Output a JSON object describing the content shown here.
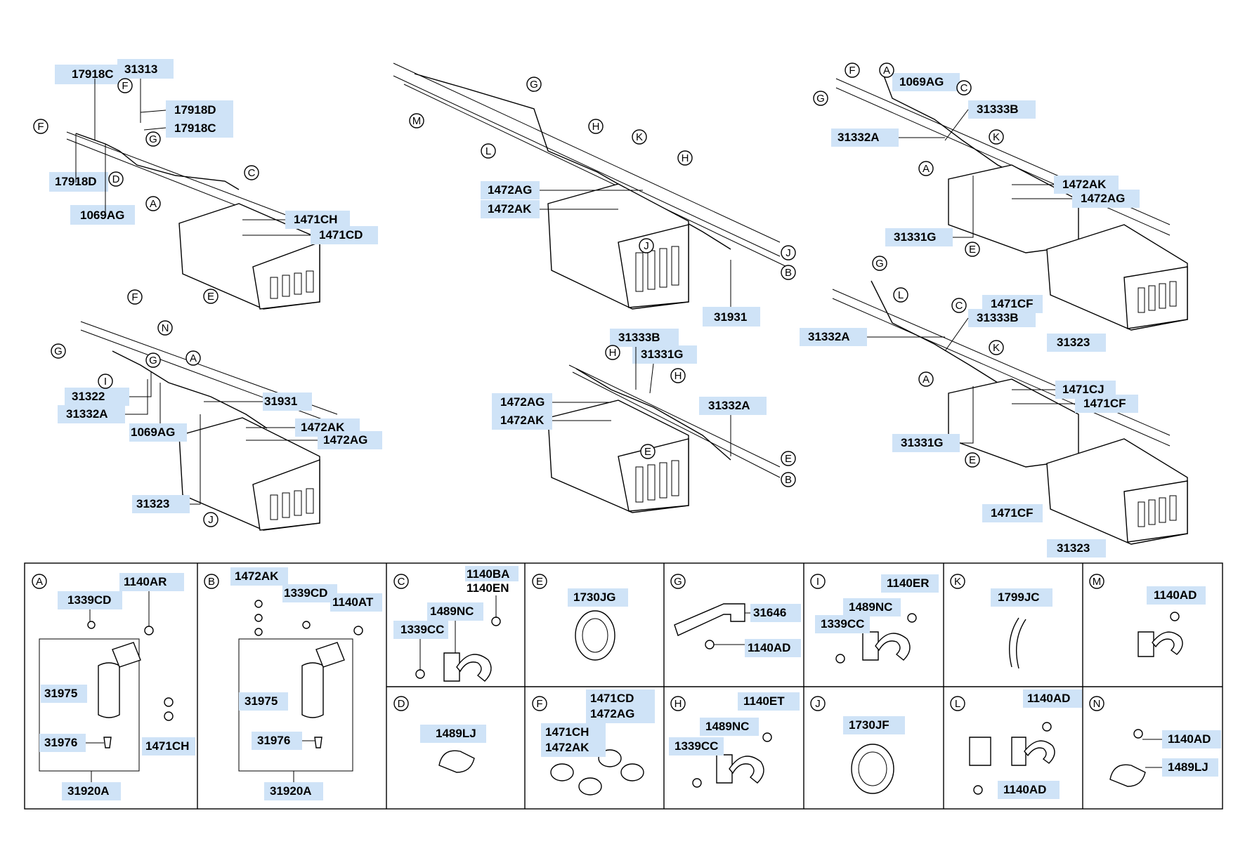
{
  "upper_groups": {
    "group1": {
      "parts": [
        "17918C",
        "31313",
        "17918D",
        "17918C",
        "17918D",
        "1069AG",
        "1471CH",
        "1471CD"
      ],
      "letters": [
        "F",
        "F",
        "G",
        "D",
        "C",
        "A",
        "E"
      ]
    },
    "group2": {
      "parts": [
        "1472AG",
        "1472AK",
        "31931"
      ],
      "letters": [
        "G",
        "M",
        "L",
        "H",
        "K",
        "H",
        "J",
        "J",
        "B"
      ]
    },
    "group3": {
      "parts": [
        "1069AG",
        "31333B",
        "31332A",
        "1472AK",
        "1472AG",
        "31331G",
        "1471CF",
        "31323"
      ],
      "letters": [
        "F",
        "A",
        "G",
        "C",
        "K",
        "A",
        "E"
      ]
    },
    "group4": {
      "parts": [
        "31322",
        "31332A",
        "1069AG",
        "31931",
        "1472AK",
        "1472AG",
        "31323"
      ],
      "letters": [
        "F",
        "G",
        "N",
        "A",
        "I",
        "G",
        "J"
      ]
    },
    "group5": {
      "parts": [
        "31333B",
        "31331G",
        "1472AG",
        "1472AK",
        "31332A"
      ],
      "letters": [
        "H",
        "H",
        "E",
        "E",
        "B"
      ]
    },
    "group6": {
      "parts": [
        "31333B",
        "31332A",
        "1471CJ",
        "1471CF",
        "31331G",
        "1471CF",
        "31323"
      ],
      "letters": [
        "G",
        "L",
        "C",
        "K",
        "A",
        "E"
      ]
    }
  },
  "detail_cells": [
    {
      "letter": "A",
      "parts": [
        "1140AR",
        "1339CD",
        "31975",
        "31976",
        "1471CH",
        "31920A"
      ]
    },
    {
      "letter": "B",
      "parts": [
        "1472AK",
        "1339CD",
        "1140AT",
        "31975",
        "31976",
        "31920A"
      ]
    },
    {
      "letter": "C",
      "parts": [
        "1140BA",
        "1140EN",
        "1489NC",
        "1339CC"
      ]
    },
    {
      "letter": "E",
      "parts": [
        "1730JG"
      ]
    },
    {
      "letter": "G",
      "parts": [
        "31646",
        "1140AD"
      ]
    },
    {
      "letter": "I",
      "parts": [
        "1140ER",
        "1489NC",
        "1339CC"
      ]
    },
    {
      "letter": "K",
      "parts": [
        "1799JC"
      ]
    },
    {
      "letter": "M",
      "parts": [
        "1140AD"
      ]
    },
    {
      "letter": "D",
      "parts": [
        "1489LJ"
      ]
    },
    {
      "letter": "F",
      "parts": [
        "1471CD",
        "1472AG",
        "1471CH",
        "1472AK"
      ]
    },
    {
      "letter": "H",
      "parts": [
        "1140ET",
        "1489NC",
        "1339CC"
      ]
    },
    {
      "letter": "J",
      "parts": [
        "1730JF"
      ]
    },
    {
      "letter": "L",
      "parts": [
        "1140AD",
        "1140AD"
      ]
    },
    {
      "letter": "N",
      "parts": [
        "1140AD",
        "1489LJ"
      ]
    }
  ],
  "colors": {
    "label_highlight": "#cfe3f7",
    "line": "#000000",
    "background": "#ffffff"
  }
}
